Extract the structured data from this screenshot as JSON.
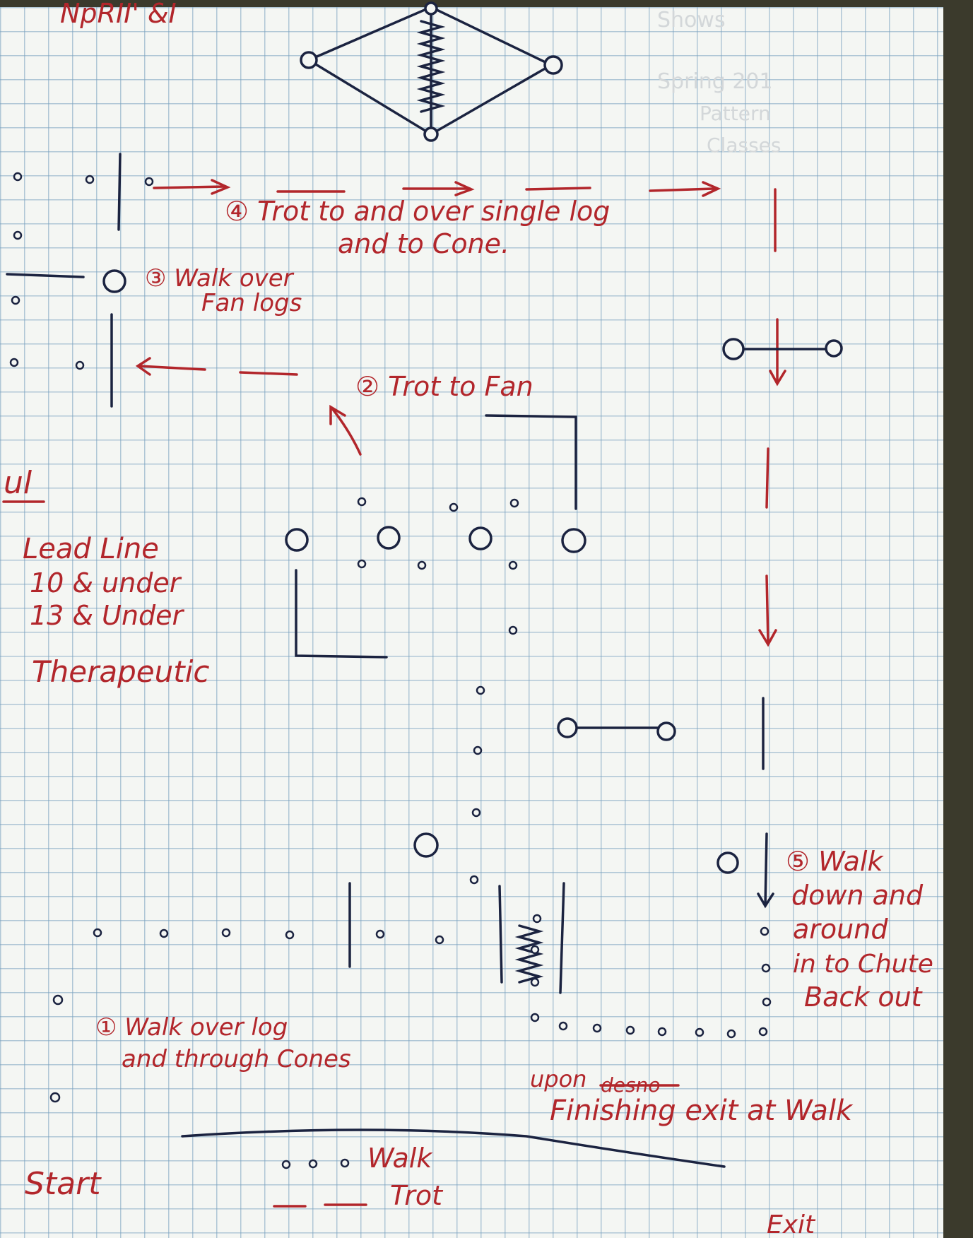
{
  "header": {
    "partial_title": "NpRII' &I",
    "faded_text": [
      "Shows",
      "Spring 201",
      "Pattern",
      "Classes"
    ]
  },
  "steps": {
    "step1_line1": "① Walk over log",
    "step1_line2": "and through Cones",
    "step2": "② Trot to Fan",
    "step3_line1": "③ Walk over",
    "step3_line2": "Fan logs",
    "step4_line1": "④ Trot to and over single log",
    "step4_line2": "and to Cone.",
    "step5_lines": [
      "⑤ Walk",
      "down and",
      "around",
      "in to Chute",
      "Back out"
    ]
  },
  "classes": {
    "underlined_fragment": "ul",
    "items": [
      "Lead Line",
      "10 & under",
      "13 & Under",
      "Therapeutic"
    ]
  },
  "finish_note": {
    "line1_prefix": "upon",
    "line1_struck": "desno",
    "line2": "Finishing exit at Walk"
  },
  "legend": {
    "walk": "Walk",
    "trot": "Trot"
  },
  "labels": {
    "start": "Start",
    "exit": "Exit"
  },
  "colors": {
    "ink_red": "#b2262b",
    "ink_black": "#1b2340",
    "grid": "#78a0be",
    "paper": "#f4f6f3"
  }
}
